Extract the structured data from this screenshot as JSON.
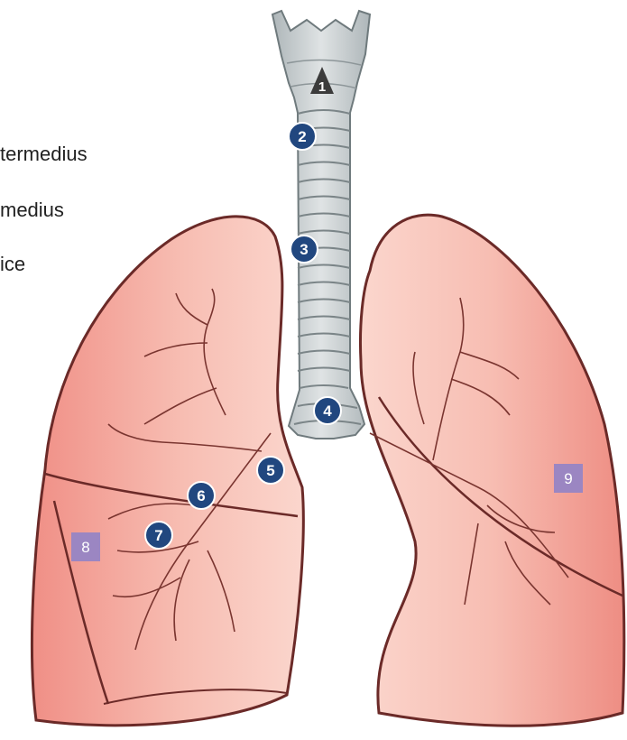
{
  "legend": {
    "line1": "termedius",
    "line2": "medius",
    "line3": "ice"
  },
  "markers": {
    "m1": "1",
    "m2": "2",
    "m3": "3",
    "m4": "4",
    "m5": "5",
    "m6": "6",
    "m7": "7",
    "m8": "8",
    "m9": "9"
  },
  "colors": {
    "lung_fill": "#f2a49a",
    "lung_light": "#fbd8d0",
    "lung_shadow": "#e98a80",
    "outline": "#6b2a28",
    "trachea": "#c9cfd1",
    "trachea_dark": "#9ea6a9",
    "circle_marker": "#21477f",
    "square_marker": "#9b86c2",
    "triangle_marker": "#3b3b3b"
  },
  "icons": {
    "trachea": "trachea-illustration",
    "right_lung": "right-lung-illustration",
    "left_lung": "left-lung-illustration"
  }
}
